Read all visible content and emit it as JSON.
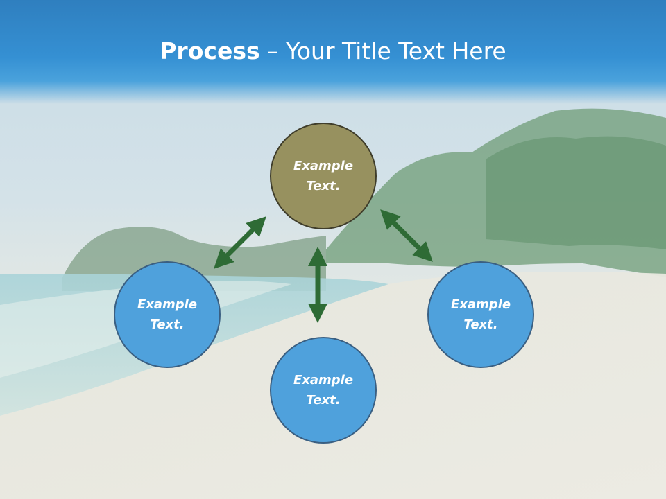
{
  "slide": {
    "title_bold": "Process",
    "title_rest": " – Your Title Text Here"
  },
  "diagram": {
    "nodes": [
      {
        "id": "top",
        "label": "Example Text.",
        "color": "#97915f"
      },
      {
        "id": "left",
        "label": "Example Text.",
        "color": "#4fa1dc"
      },
      {
        "id": "right",
        "label": "Example Text.",
        "color": "#4fa1dc"
      },
      {
        "id": "bottom",
        "label": "Example Text.",
        "color": "#4fa1dc"
      }
    ],
    "arrow_color": "#2e6b35"
  }
}
